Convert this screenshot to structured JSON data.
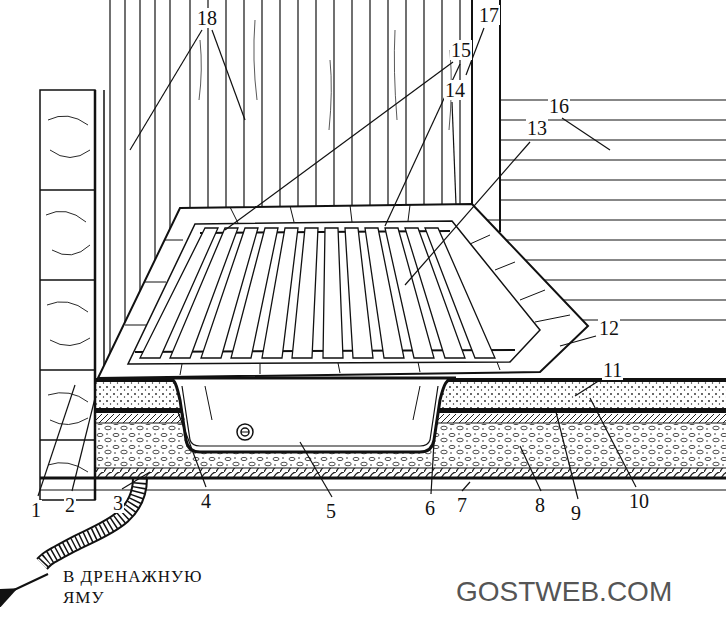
{
  "diagram": {
    "labels": [
      "18",
      "17",
      "15",
      "14",
      "16",
      "13",
      "12",
      "11",
      "1",
      "2",
      "3",
      "4",
      "5",
      "6",
      "7",
      "8",
      "9",
      "10",
      "В ДРЕНАЖНУЮ ЯМУ",
      "GOSTWEB.COM"
    ]
  }
}
